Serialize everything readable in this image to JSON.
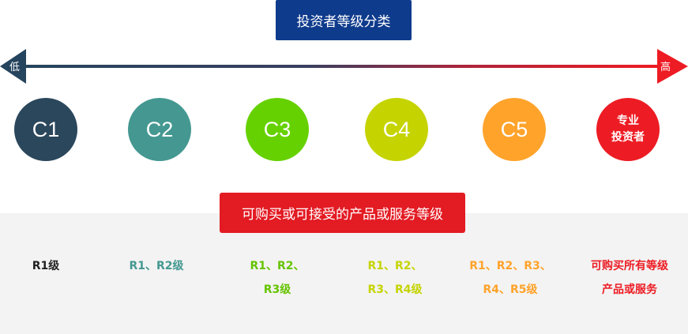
{
  "title": "投资者等级分类",
  "scale": {
    "low_label": "低",
    "high_label": "高"
  },
  "investors": [
    {
      "label": "C1",
      "color": "#2b475c"
    },
    {
      "label": "C2",
      "color": "#449891"
    },
    {
      "label": "C3",
      "color": "#66d100"
    },
    {
      "label": "C4",
      "color": "#c5d400"
    },
    {
      "label": "C5",
      "color": "#ffa32b"
    },
    {
      "label_line1": "专业",
      "label_line2": "投资者",
      "color": "#ed1c24"
    }
  ],
  "subtitle": "可购买或可接受的产品或服务等级",
  "levels": [
    {
      "line1": "R1级",
      "line2": "",
      "color": "#222222"
    },
    {
      "line1": "R1、R2级",
      "line2": "",
      "color": "#449891"
    },
    {
      "line1": "R1、R2、",
      "line2": "R3级",
      "color": "#66c400"
    },
    {
      "line1": "R1、R2、",
      "line2": "R3、R4级",
      "color": "#c5d400"
    },
    {
      "line1": "R1、R2、R3、",
      "line2": "R4、R5级",
      "color": "#ffa32b"
    },
    {
      "line1": "可购买所有等级",
      "line2": "产品或服务",
      "color": "#ed1c24"
    }
  ]
}
